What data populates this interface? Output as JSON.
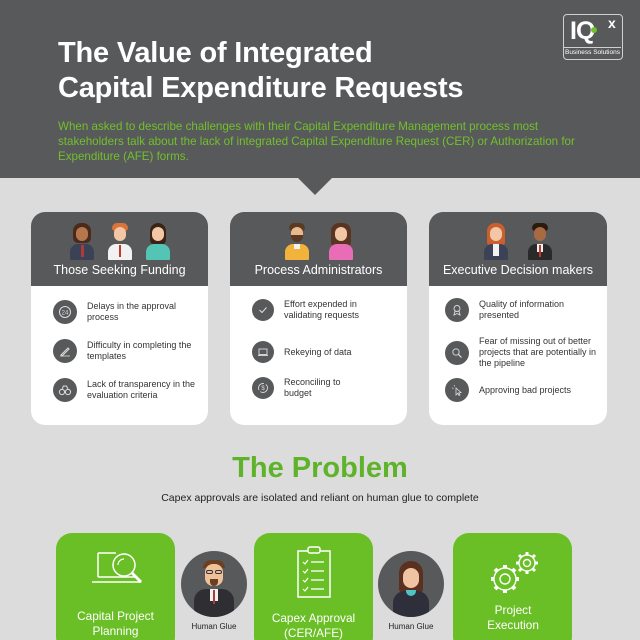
{
  "header": {
    "title_line1": "The Value of Integrated",
    "title_line2": "Capital Expenditure Requests",
    "subtitle": "When asked to describe challenges with their Capital Expenditure Management process most stakeholders talk about the lack of integrated Capital Expenditure Request (CER) or Authorization for Expenditure (AFE) forms.",
    "logo": {
      "main": "IQ",
      "superscript": "x",
      "tagline": "Business Solutions"
    }
  },
  "colors": {
    "dark_gray": "#58595b",
    "background": "#dcdcdc",
    "green": "#6abf27",
    "green_text": "#72c02c",
    "white": "#ffffff"
  },
  "cards": [
    {
      "title": "Those Seeking Funding",
      "personas": [
        "woman-dark-hair",
        "man-red-hair",
        "woman-teal-top"
      ],
      "items": [
        {
          "icon": "clock-24-icon",
          "text": "Delays in the approval process"
        },
        {
          "icon": "pencil-icon",
          "text": "Difficulty in completing the templates"
        },
        {
          "icon": "binoculars-icon",
          "text": "Lack of transparency in the evaluation criteria"
        }
      ]
    },
    {
      "title": "Process Administrators",
      "personas": [
        "man-beard-yellow",
        "woman-pink-top"
      ],
      "items": [
        {
          "icon": "checkmark-icon",
          "text": "Effort expended in validating requests"
        },
        {
          "icon": "laptop-icon",
          "text": "Rekeying of data"
        },
        {
          "icon": "dollar-cycle-icon",
          "text": "Reconciling to budget"
        }
      ]
    },
    {
      "title": "Executive Decision makers",
      "personas": [
        "woman-red-hair",
        "man-suit"
      ],
      "items": [
        {
          "icon": "award-icon",
          "text": "Quality of information presented"
        },
        {
          "icon": "magnifier-icon",
          "text": "Fear of missing out of better projects that are potentially in the pipeline"
        },
        {
          "icon": "cursor-click-icon",
          "text": "Approving bad projects"
        }
      ]
    }
  ],
  "problem": {
    "title": "The Problem",
    "subtitle": "Capex approvals are isolated and reliant on human glue to complete"
  },
  "steps": [
    {
      "icon": "laptop-search-icon",
      "label": "Capital Project Planning"
    },
    {
      "icon": "clipboard-checklist-icon",
      "label": "Capex Approval (CER/AFE)"
    },
    {
      "icon": "gears-icon",
      "label": "Project Execution"
    }
  ],
  "glue": [
    {
      "persona": "man-glasses-beard",
      "label": "Human Glue"
    },
    {
      "persona": "woman-brown-hair",
      "label": "Human Glue"
    }
  ]
}
